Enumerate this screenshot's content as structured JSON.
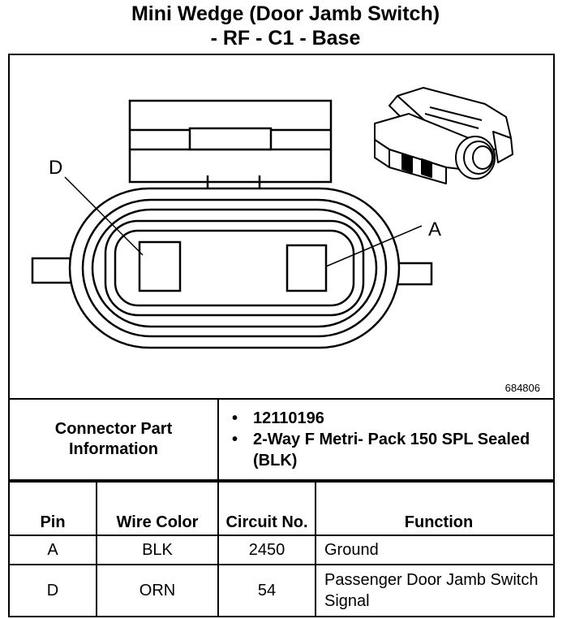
{
  "title": {
    "line1": "Mini Wedge (Door Jamb Switch)",
    "line2": "- RF - C1 - Base"
  },
  "diagram": {
    "label_d": "D",
    "label_a": "A",
    "figure_number": "684806"
  },
  "part_info": {
    "label": "Connector Part Information",
    "items": [
      "12110196",
      "2-Way F Metri- Pack 150 SPL Sealed (BLK)"
    ]
  },
  "pin_table": {
    "headers": [
      "Pin",
      "Wire Color",
      "Circuit No.",
      "Function"
    ],
    "rows": [
      [
        "A",
        "BLK",
        "2450",
        "Ground"
      ],
      [
        "D",
        "ORN",
        "54",
        "Passenger Door Jamb Switch Signal"
      ]
    ]
  }
}
